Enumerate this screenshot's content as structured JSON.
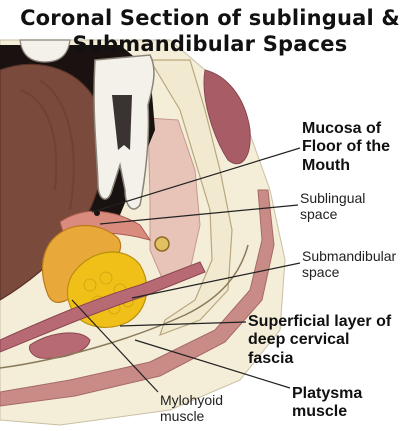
{
  "title": {
    "line1": "Coronal Section of sublingual &",
    "line2": "Submandibular Spaces"
  },
  "labels": {
    "mucosa": [
      "Mucosa of",
      "Floor of the",
      "Mouth"
    ],
    "sublingual": [
      "Sublingual",
      "space"
    ],
    "submandibular": [
      "Submandibular",
      "space"
    ],
    "superficial": [
      "Superficial layer of",
      "deep cervical",
      "fascia"
    ],
    "platysma": [
      "Platysma",
      "muscle"
    ],
    "mylohyoid": [
      "Mylohyoid",
      "muscle"
    ]
  },
  "colors": {
    "tongue": "#7a4a3c",
    "oral_cavity": "#1a1210",
    "tooth": "#f3f1ea",
    "bone": "#f2ead0",
    "gingiva": "#e8c4b8",
    "sublingual_gland": "#e9a83a",
    "submandibular_gland": "#f0c018",
    "muscle": "#b86a74",
    "skin": "#f4eed9"
  }
}
